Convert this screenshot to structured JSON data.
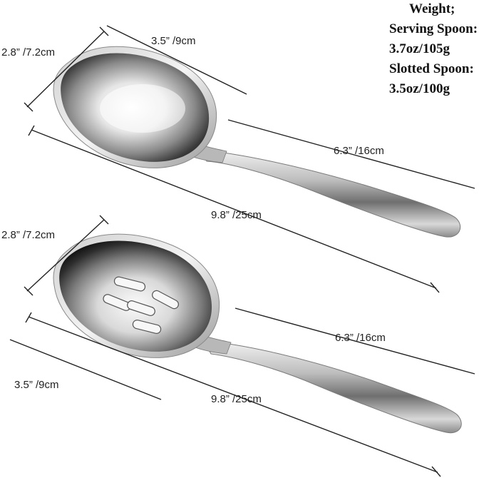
{
  "weight_panel": {
    "heading": "Weight;",
    "serving_label": "Serving Spoon:",
    "serving_value": "3.7oz/105g",
    "slotted_label": "Slotted Spoon:",
    "slotted_value": "3.5oz/100g"
  },
  "serving_spoon": {
    "width": "2.8” /7.2cm",
    "bowl_length": "3.5” /9cm",
    "handle_length": "6.3” /16cm",
    "total_length": "9.8” /25cm"
  },
  "slotted_spoon": {
    "width": "2.8” /7.2cm",
    "bowl_length": "3.5” /9cm",
    "handle_length": "6.3” /16cm",
    "total_length": "9.8” /25cm"
  }
}
